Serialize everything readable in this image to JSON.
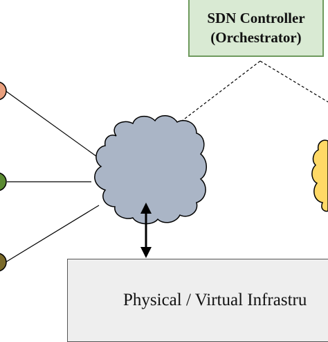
{
  "controller": {
    "line1": "SDN Controller",
    "line2": "(Orchestrator)"
  },
  "infrastructure": {
    "label": "Physical / Virtual Infrastru"
  },
  "colors": {
    "controller_fill": "#d9ead3",
    "controller_border": "#6e9a5d",
    "infra_fill": "#eeeeee",
    "cloud_main": "#aab5c6",
    "cloud_right": "#ffd966",
    "node_top": "#e9a07e",
    "node_mid": "#5a8a32",
    "node_bottom": "#7a6a2a"
  }
}
